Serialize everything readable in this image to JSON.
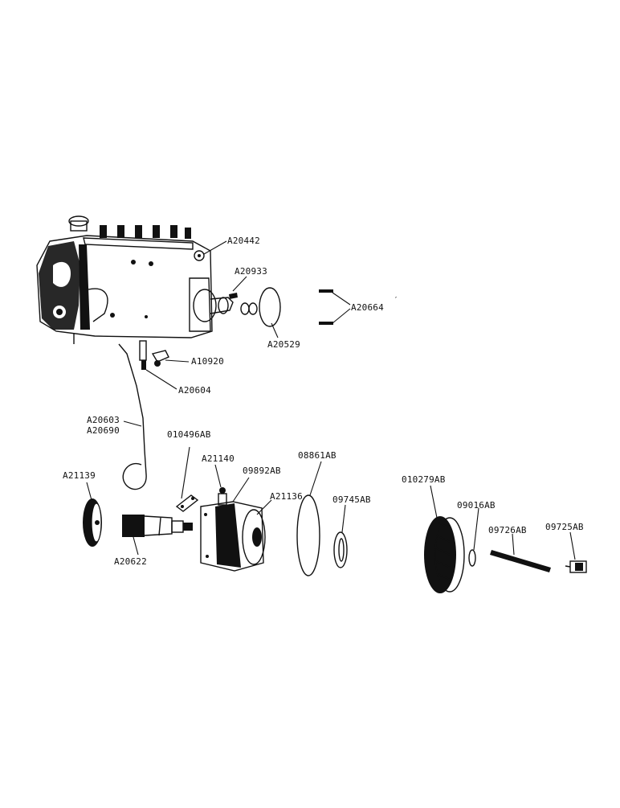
{
  "parts": [
    {
      "key": "A20442",
      "label": "A20442"
    },
    {
      "key": "A20933",
      "label": "A20933"
    },
    {
      "key": "A20664",
      "label": "A20664"
    },
    {
      "key": "A20529",
      "label": "A20529"
    },
    {
      "key": "A10920",
      "label": "A10920"
    },
    {
      "key": "A20604",
      "label": "A20604"
    },
    {
      "key": "A20603",
      "label": "A20603"
    },
    {
      "key": "A20690",
      "label": "A20690"
    },
    {
      "key": "010496AB",
      "label": "010496AB"
    },
    {
      "key": "A21140",
      "label": "A21140"
    },
    {
      "key": "09892AB",
      "label": "09892AB"
    },
    {
      "key": "08861AB",
      "label": "08861AB"
    },
    {
      "key": "A21139",
      "label": "A21139"
    },
    {
      "key": "A21136",
      "label": "A21136"
    },
    {
      "key": "09745AB",
      "label": "09745AB"
    },
    {
      "key": "010279AB",
      "label": "010279AB"
    },
    {
      "key": "09016AB",
      "label": "09016AB"
    },
    {
      "key": "09726AB",
      "label": "09726AB"
    },
    {
      "key": "09725AB",
      "label": "09725AB"
    },
    {
      "key": "A20622",
      "label": "A20622"
    }
  ]
}
